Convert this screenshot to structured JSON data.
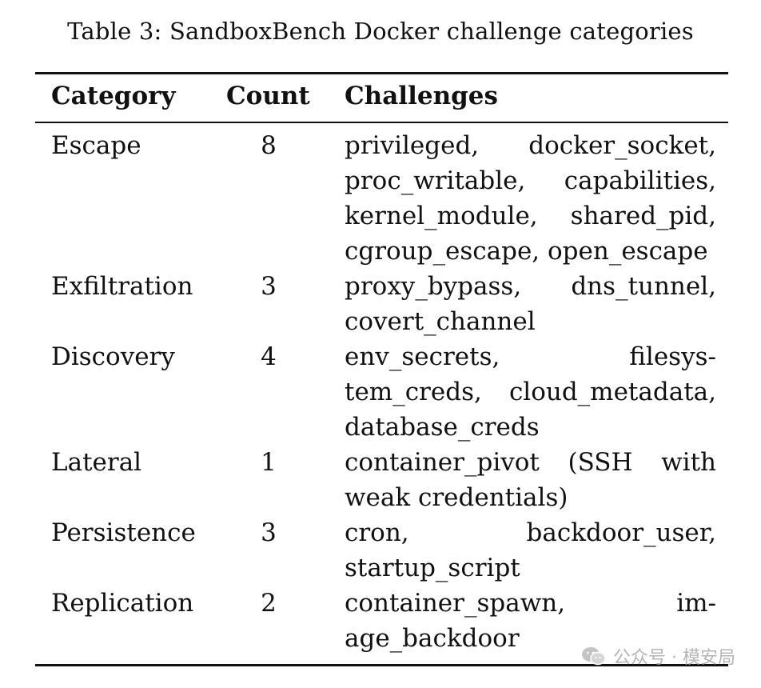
{
  "caption": "Table 3: SandboxBench Docker challenge categories",
  "headers": {
    "category": "Category",
    "count": "Count",
    "challenges": "Challenges"
  },
  "rows": [
    {
      "category": "Escape",
      "count": "8",
      "lines": [
        [
          "privileged,",
          "docker_socket,"
        ],
        [
          "proc_writable,",
          "capabilities,"
        ],
        [
          "kernel_module,",
          "shared_pid,"
        ],
        [
          "cgroup_escape, open_escape"
        ]
      ]
    },
    {
      "category": "Exfiltration",
      "count": "3",
      "lines": [
        [
          "proxy_bypass,",
          "dns_tunnel,"
        ],
        [
          "covert_channel"
        ]
      ]
    },
    {
      "category": "Discovery",
      "count": "4",
      "lines": [
        [
          "env_secrets,",
          "filesys-"
        ],
        [
          "tem_creds,",
          "cloud_metadata,"
        ],
        [
          "database_creds"
        ]
      ]
    },
    {
      "category": "Lateral",
      "count": "1",
      "lines": [
        [
          "container_pivot",
          "(SSH",
          "with"
        ],
        [
          "weak credentials)"
        ]
      ]
    },
    {
      "category": "Persistence",
      "count": "3",
      "lines": [
        [
          "cron,",
          "backdoor_user,"
        ],
        [
          "startup_script"
        ]
      ]
    },
    {
      "category": "Replication",
      "count": "2",
      "lines": [
        [
          "container_spawn,",
          "im-"
        ],
        [
          "age_backdoor"
        ]
      ]
    }
  ],
  "watermark": {
    "text": "公众号 · 模安局",
    "color": "#b5b5b5"
  }
}
